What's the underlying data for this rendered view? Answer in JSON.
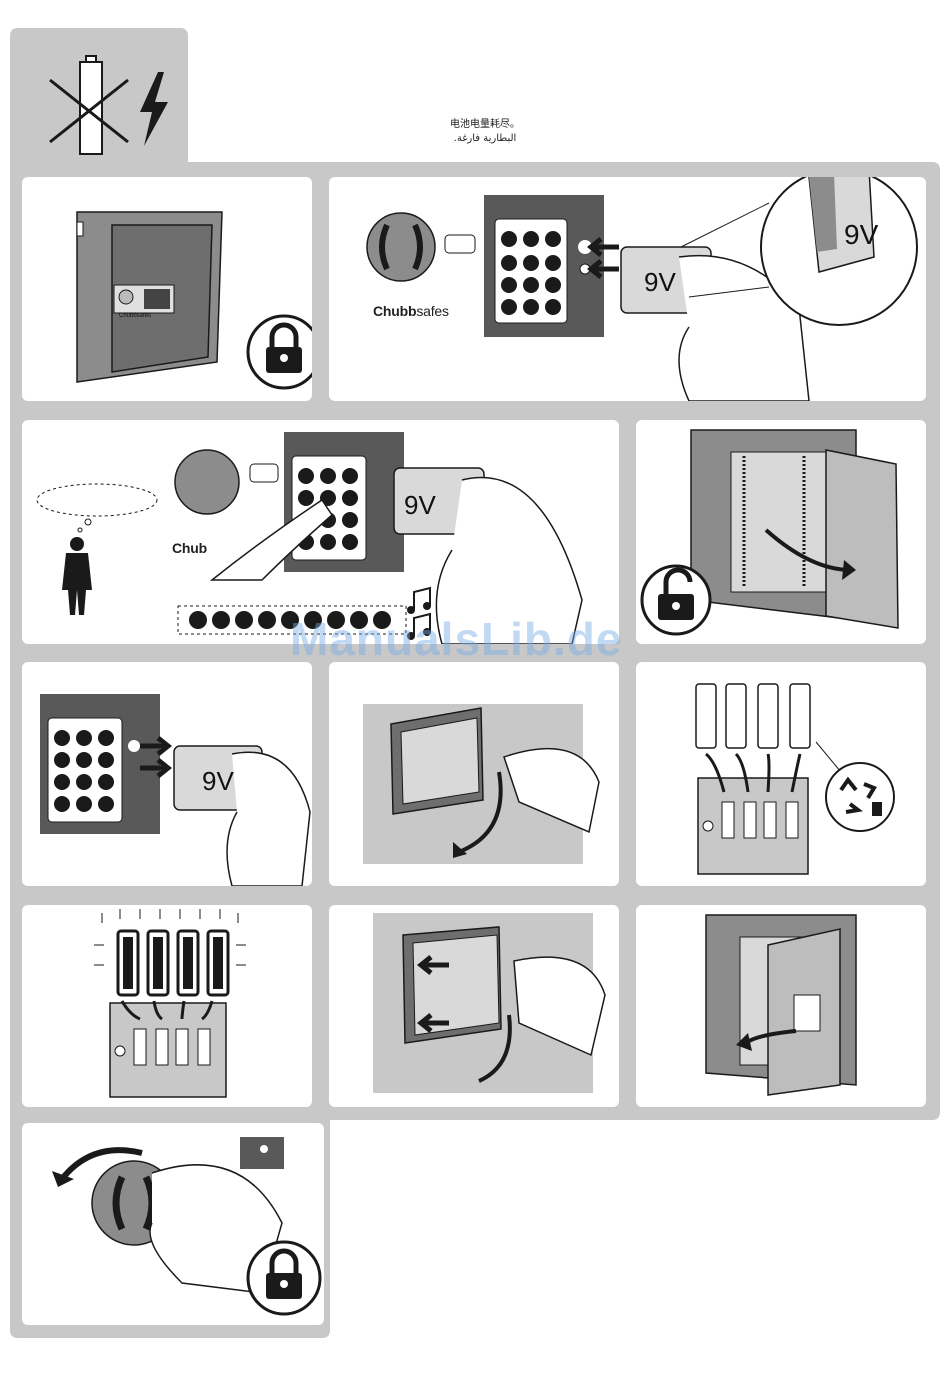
{
  "caption": {
    "line1": "电池电量耗尽。",
    "line2": ".البطارية فارغة"
  },
  "brand": {
    "bold": "Chubb",
    "light": "safes",
    "partial": "Chub"
  },
  "battery_label": "9V",
  "watermark": "ManualsLib.de",
  "colors": {
    "frame_gray": "#c8c8c8",
    "dark_gray": "#595959",
    "mid_gray": "#8c8c8c",
    "light_gray": "#d9d9d9",
    "line": "#1a1a1a"
  },
  "icons": [
    "battery-crossed-icon",
    "lightning-icon",
    "padlock-closed-icon",
    "padlock-open-icon",
    "recycle-icon",
    "music-note-icon"
  ]
}
